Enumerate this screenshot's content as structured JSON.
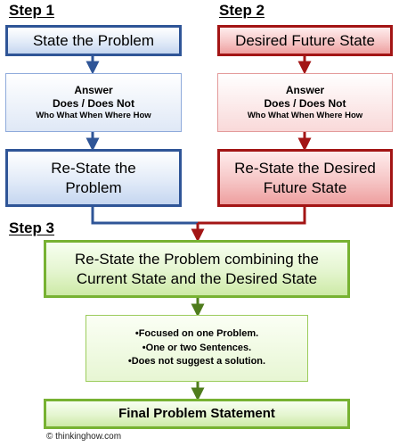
{
  "labels": {
    "step1": "Step 1",
    "step2": "Step 2",
    "step3": "Step 3"
  },
  "step1": {
    "state_problem": "State the Problem",
    "answer_title": "Answer",
    "answer_sub": "Does / Does Not",
    "answer_detail": "Who What When Where How",
    "restate_line1": "Re-State the",
    "restate_line2": "Problem"
  },
  "step2": {
    "desired_state": "Desired Future State",
    "answer_title": "Answer",
    "answer_sub": "Does / Does Not",
    "answer_detail": "Who What When Where How",
    "restate_line1": "Re-State the Desired",
    "restate_line2": "Future State"
  },
  "step3": {
    "combine_line1": "Re-State the Problem combining the",
    "combine_line2": "Current State and the Desired State",
    "bullets": [
      "•Focused on one Problem.",
      "•One or two Sentences.",
      "•Does not suggest a solution."
    ],
    "final": "Final Problem Statement"
  },
  "footer": {
    "copyright": "© thinkinghow.com"
  },
  "colors": {
    "blue_border": "#2f5597",
    "red_border": "#a31515",
    "green_border": "#77b232",
    "arrow_blue": "#2f5597",
    "arrow_red": "#a31515",
    "arrow_green": "#4f7c1d"
  }
}
